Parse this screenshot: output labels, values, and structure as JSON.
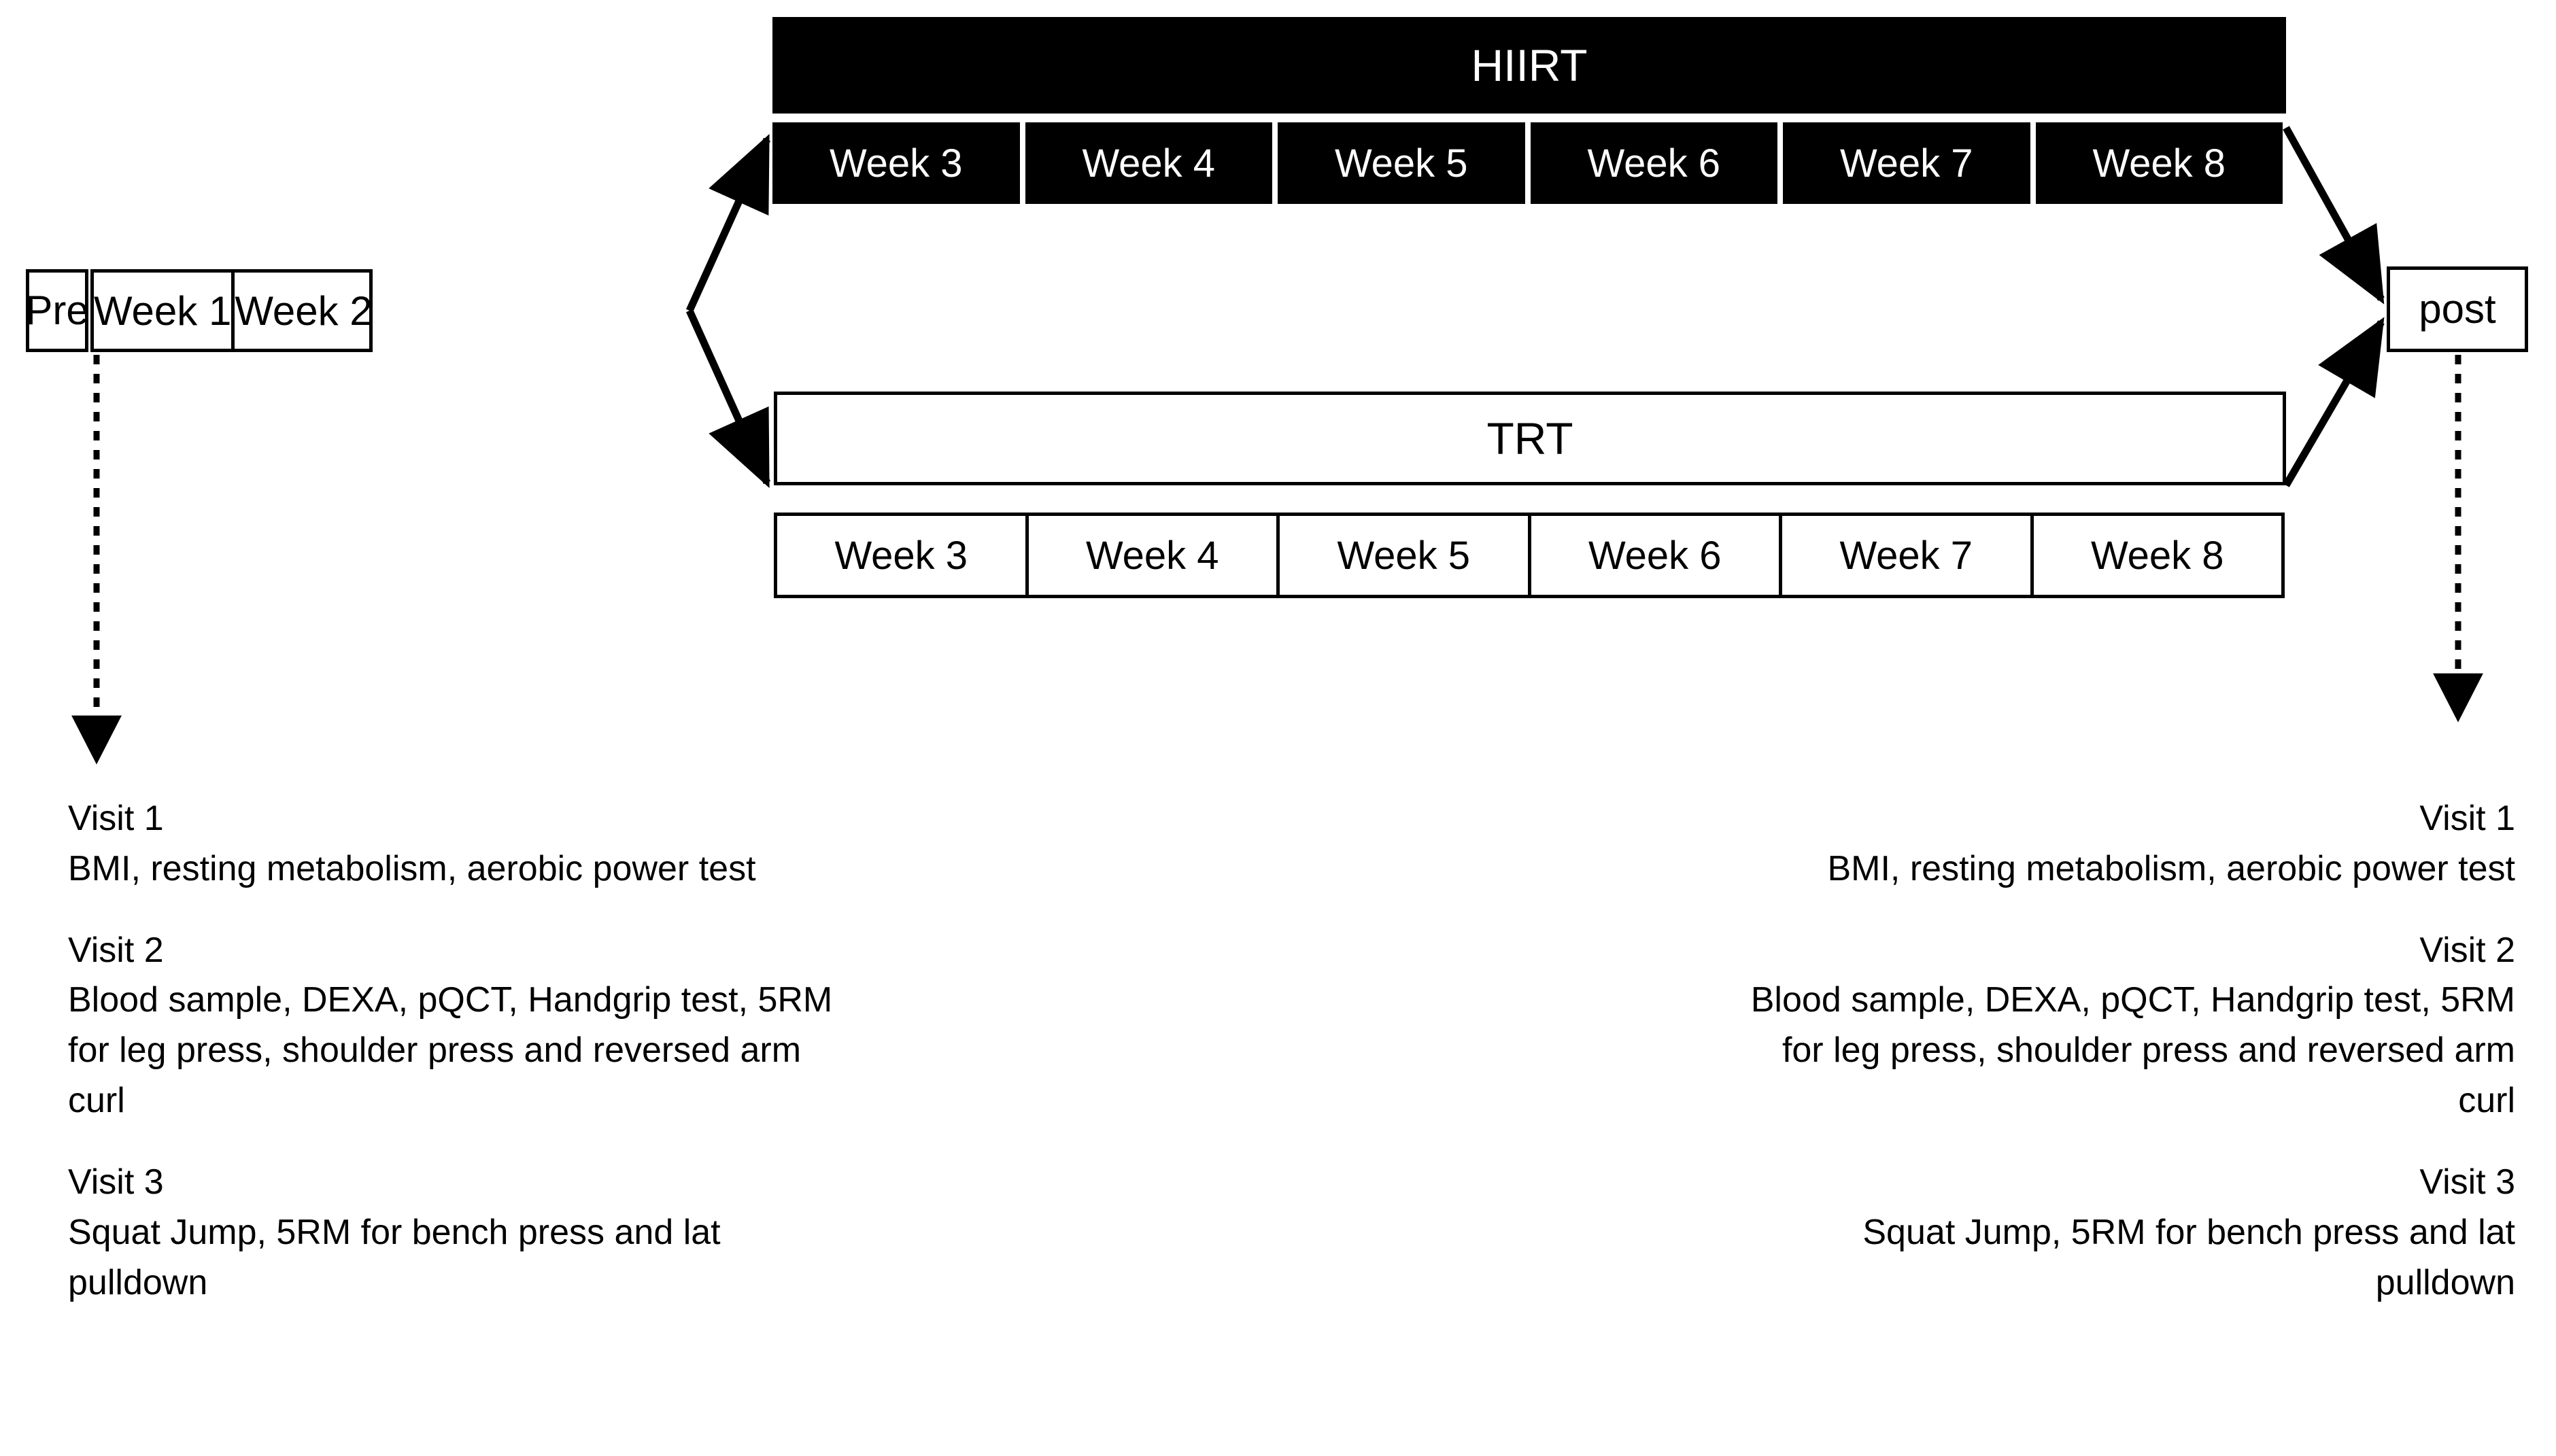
{
  "baseline": {
    "pre_label": "Pre",
    "weeks": [
      "Week 1",
      "Week 2"
    ]
  },
  "post": {
    "label": "post"
  },
  "arms": [
    {
      "name": "HIIRT",
      "title": "HIIRT",
      "style": "inverted",
      "weeks": [
        "Week 3",
        "Week 4",
        "Week 5",
        "Week 6",
        "Week 7",
        "Week 8"
      ]
    },
    {
      "name": "TRT",
      "title": "TRT",
      "style": "outlined",
      "weeks": [
        "Week 3",
        "Week 4",
        "Week 5",
        "Week 6",
        "Week 7",
        "Week 8"
      ]
    }
  ],
  "assessments": {
    "pre": {
      "visits": [
        {
          "title": "Visit 1",
          "detail": "BMI, resting metabolism, aerobic power test"
        },
        {
          "title": "Visit 2",
          "detail": "Blood sample, DEXA, pQCT, Handgrip test, 5RM for leg press, shoulder press and reversed arm curl"
        },
        {
          "title": "Visit 3",
          "detail": "Squat Jump, 5RM for bench press and lat pulldown"
        }
      ]
    },
    "post": {
      "visits": [
        {
          "title": "Visit 1",
          "detail": "BMI, resting metabolism, aerobic power test"
        },
        {
          "title": "Visit 2",
          "detail": "Blood sample, DEXA, pQCT, Handgrip test, 5RM for leg press, shoulder press and reversed arm curl"
        },
        {
          "title": "Visit 3",
          "detail": "Squat Jump, 5RM for bench press and lat pulldown"
        }
      ]
    }
  },
  "colors": {
    "stroke": "#000000",
    "background": "#ffffff",
    "inverted_text": "#ffffff"
  }
}
